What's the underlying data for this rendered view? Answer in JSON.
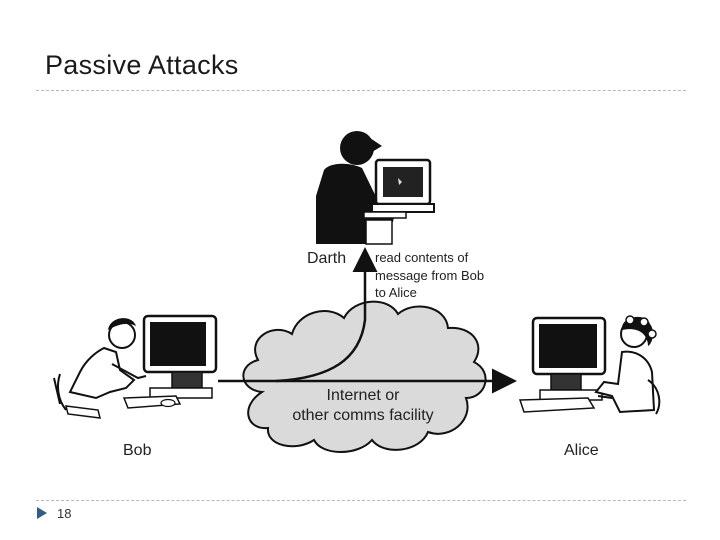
{
  "slide": {
    "title": "Passive Attacks",
    "page_number": "18"
  },
  "diagram": {
    "darth": {
      "name": "Darth",
      "note_lines": [
        "read contents of",
        "message from Bob",
        "to Alice"
      ]
    },
    "bob": {
      "name": "Bob"
    },
    "alice": {
      "name": "Alice"
    },
    "network": {
      "label_lines": [
        "Internet or",
        "other comms facility"
      ]
    },
    "colors": {
      "cloud_fill": "#dadada",
      "outline": "#111111",
      "rule": "#b8b8b8",
      "bullet": "#2e5d8a"
    },
    "icons": [
      "darth-silhouette-icon",
      "bob-workstation-icon",
      "alice-workstation-icon",
      "cloud-icon"
    ]
  }
}
